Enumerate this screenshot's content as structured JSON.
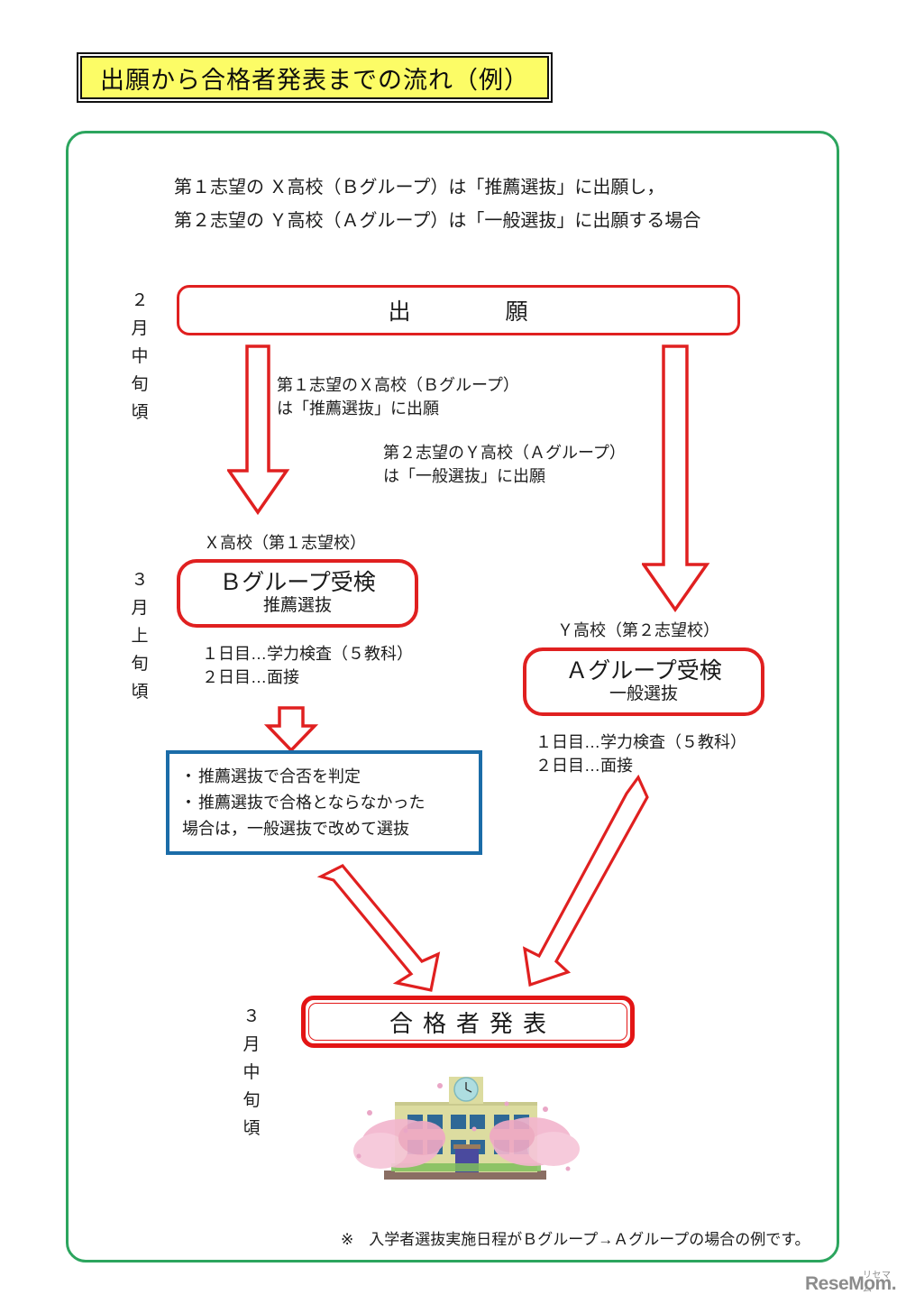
{
  "title": {
    "text": "出願から合格者発表までの流れ（例）",
    "bg_color": "#FCFC66",
    "border_color": "#111111"
  },
  "frame": {
    "border_color": "#2CA55E"
  },
  "intro": {
    "line1": "第１志望の  Ｘ高校（Ｂグループ）は「推薦選抜」に出願し，",
    "line2": "第２志望の  Ｙ高校（Ａグループ）は「一般選抜」に出願する場合"
  },
  "timeline": {
    "month_feb": "２月中旬頃",
    "month_mar_early": "３月上旬頃",
    "month_mar_mid": "３月中旬頃"
  },
  "boxes": {
    "application": {
      "label": "出　　　　願",
      "border_color": "#E02020"
    },
    "bgroup": {
      "title": "Ｂグループ受検",
      "subtitle": "推薦選抜",
      "school": "Ｘ高校（第１志望校）",
      "day1": "１日目…学力検査（５教科）",
      "day2": "２日目…面接",
      "border_color": "#E02020"
    },
    "agroup": {
      "title": "Ａグループ受検",
      "subtitle": "一般選抜",
      "school": "Ｙ高校（第２志望校）",
      "day1": "１日目…学力検査（５教科）",
      "day2": "２日目…面接",
      "border_color": "#E02020"
    },
    "selection_note": {
      "bullet_symbol": "・",
      "item1": "推薦選抜で合否を判定",
      "item2": "推薦選抜で合格とならなかった",
      "item2_cont": "場合は，一般選抜で改めて選抜",
      "border_color": "#1B6CA8"
    },
    "result": {
      "label": "合格者発表",
      "border_color": "#E31515"
    }
  },
  "arrows": {
    "left_caption": "第１志望のＸ高校（Ｂグループ）\nは「推薦選抜」に出願",
    "left_caption_line1": "第１志望のＸ高校（Ｂグループ）",
    "left_caption_line2": "は「推薦選抜」に出願",
    "right_caption_line1": "第２志望のＹ高校（Ａグループ）",
    "right_caption_line2": "は「一般選抜」に出願",
    "color": "#E02020"
  },
  "footnote": "※　入学者選抜実施日程がＢグループ→Ａグループの場合の例です。",
  "logo": {
    "text": "ReseMom.",
    "superscript": "リセマム",
    "color": "#8C8C8C"
  },
  "illustration": {
    "name": "school-building-with-cherry-blossoms",
    "building_color": "#DCDCA0",
    "window_color": "#2E6896",
    "blossom_color": "#F3B6CE",
    "clock_color": "#AEDDE0"
  }
}
